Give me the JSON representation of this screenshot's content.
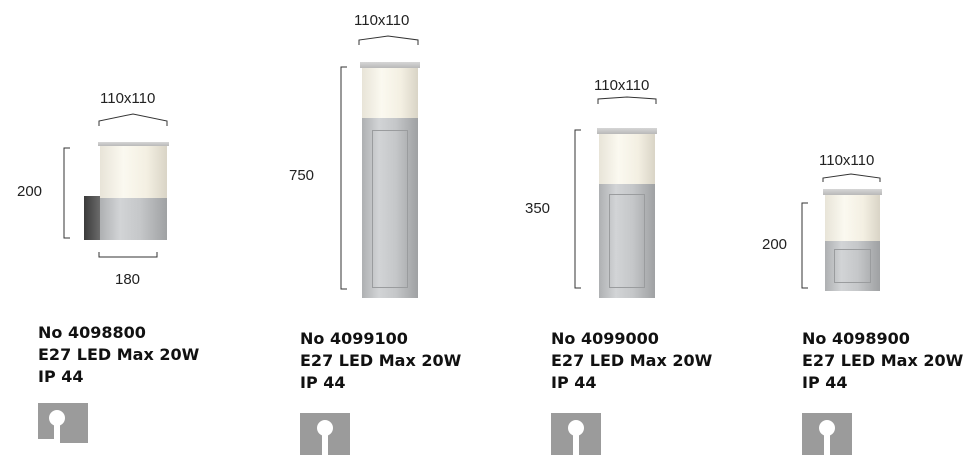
{
  "products": [
    {
      "top_dim": "110x110",
      "height_dim": "200",
      "depth_dim": "180",
      "number": "No 4098800",
      "bulb": "E27 LED Max 20W",
      "ip": "IP 44",
      "badge_icon": "wall-lamp-symbol-icon"
    },
    {
      "top_dim": "110x110",
      "height_dim": "750",
      "number": "No 4099100",
      "bulb": "E27 LED Max 20W",
      "ip": "IP 44",
      "badge_icon": "bollard-lamp-symbol-icon"
    },
    {
      "top_dim": "110x110",
      "height_dim": "350",
      "number": "No 4099000",
      "bulb": "E27 LED Max 20W",
      "ip": "IP 44",
      "badge_icon": "bollard-lamp-symbol-icon"
    },
    {
      "top_dim": "110x110",
      "height_dim": "200",
      "number": "No 4098900",
      "bulb": "E27 LED Max 20W",
      "ip": "IP 44",
      "badge_icon": "bollard-lamp-symbol-icon"
    }
  ],
  "colors": {
    "badge": "#9b9b9b",
    "badge_symbol": "#ffffff",
    "aluminium": "#c5c7c9",
    "diffuser": "#f6f3e8"
  }
}
